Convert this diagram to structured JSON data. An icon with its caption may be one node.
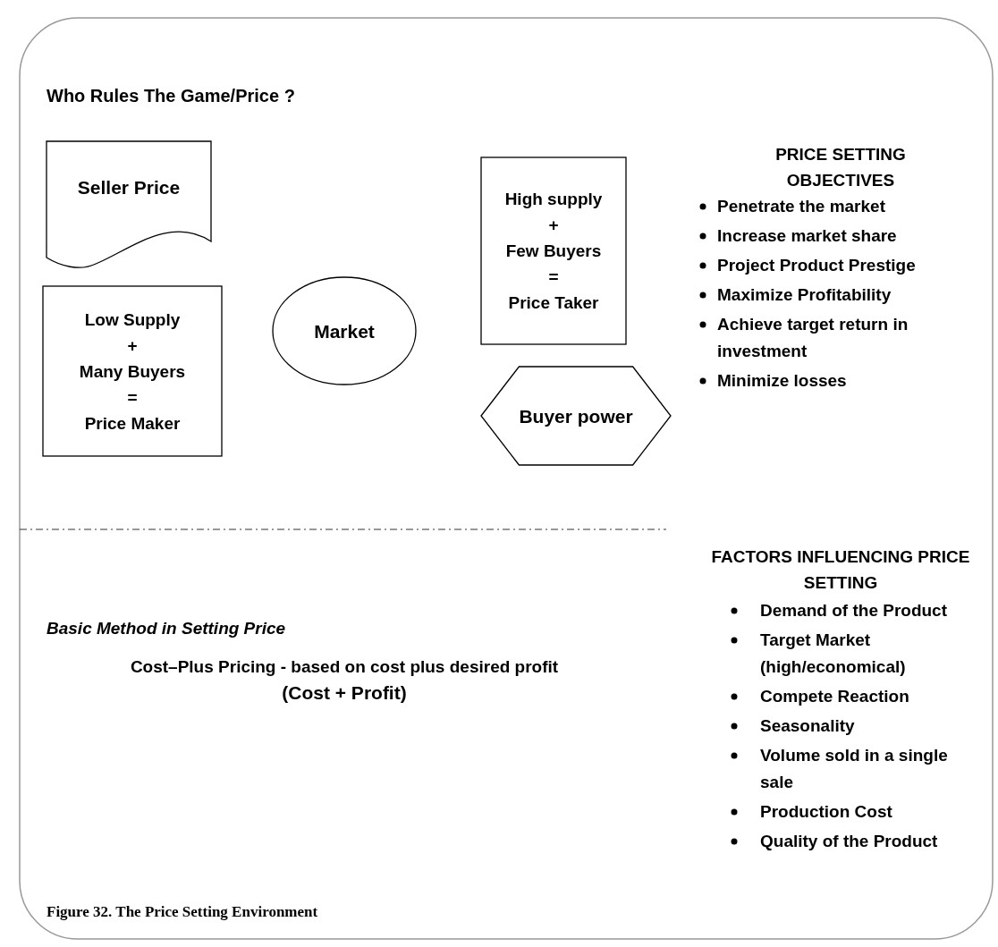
{
  "diagram": {
    "title": "Who Rules The Game/Price ?",
    "caption": "Figure 32.  The Price Setting Environment",
    "nodes": [
      {
        "text": [
          "Seller Price"
        ]
      },
      {
        "text": [
          "Low Supply",
          "+",
          "Many Buyers",
          "=",
          "Price Maker"
        ]
      },
      {
        "text": [
          "Market"
        ]
      },
      {
        "text": [
          "High supply",
          "+",
          "Few Buyers",
          "=",
          "Price Taker"
        ]
      },
      {
        "text": [
          "Buyer power"
        ]
      }
    ],
    "edges": [],
    "labels": [
      "PRICE SETTING OBJECTIVES",
      "Penetrate the market",
      "Increase market share",
      "Project Product Prestige",
      "Maximize Profitability",
      "Achieve target return in investment",
      "Minimize losses",
      "FACTORS INFLUENCING PRICE SETTING",
      "Demand of the Product",
      "Target Market (high/economical)",
      "Compete Reaction",
      "Seasonality",
      "Volume sold in a single sale",
      "Production Cost",
      "Quality of the Product",
      "Basic Method in Setting Price",
      "Cost–Plus Pricing - based on cost plus desired profit",
      "(Cost + Profit)"
    ]
  }
}
